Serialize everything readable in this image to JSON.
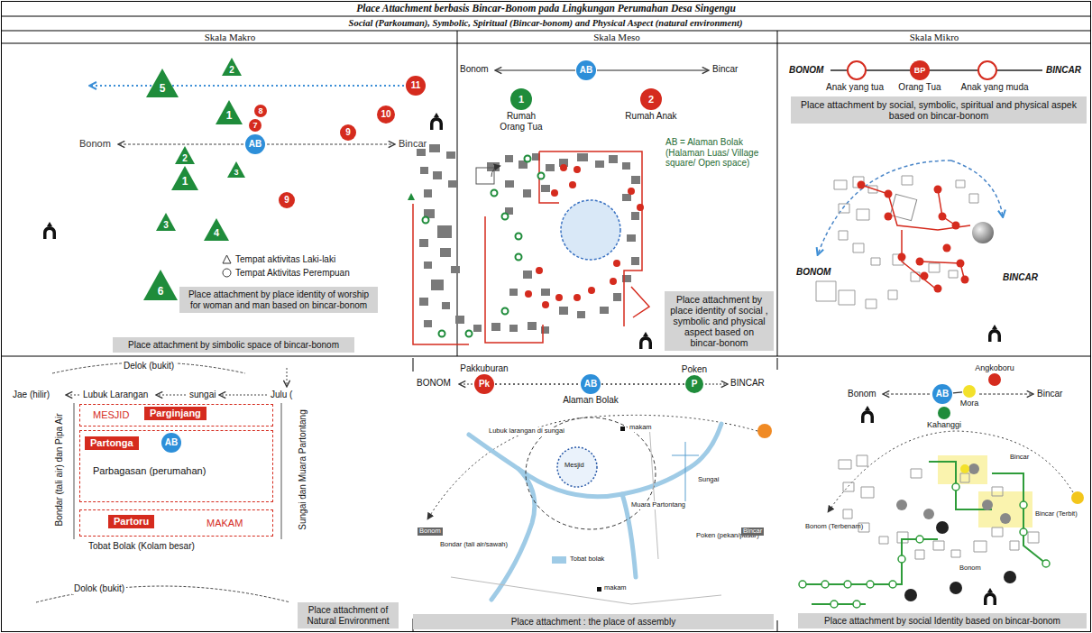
{
  "diagram": {
    "title": "Place Attachment berbasis Bincar-Bonom pada Lingkungan Perumahan Desa Singengu",
    "nodes": [
      {
        "text": [
          "5"
        ]
      },
      {
        "text": [
          "2"
        ]
      },
      {
        "text": [
          "1"
        ]
      },
      {
        "text": [
          "8"
        ]
      },
      {
        "text": [
          "7"
        ]
      },
      {
        "text": [
          "11"
        ]
      },
      {
        "text": [
          "10"
        ]
      },
      {
        "text": [
          "9"
        ]
      },
      {
        "text": [
          "AB"
        ]
      },
      {
        "text": [
          "2"
        ]
      },
      {
        "text": [
          "1"
        ]
      },
      {
        "text": [
          "3"
        ]
      },
      {
        "text": [
          "9"
        ]
      },
      {
        "text": [
          "3"
        ]
      },
      {
        "text": [
          "4"
        ]
      },
      {
        "text": [
          "6"
        ]
      },
      {
        "text": [
          "Place attachment by place identity of worship for woman and man based on bincar-bonom"
        ]
      },
      {
        "text": [
          "Place attachment by simbolic space of bincar-bonom"
        ]
      },
      {
        "text": [
          "AB"
        ]
      },
      {
        "text": [
          "1",
          "Rumah Orang Tua"
        ]
      },
      {
        "text": [
          "2",
          "Rumah Anak"
        ]
      },
      {
        "text": [
          "Place attachment by place identity of social , symbolic and physical aspect based on bincar-bonom"
        ]
      },
      {
        "text": [
          "BP"
        ]
      },
      {
        "text": [
          "Place attachment by social, symbolic, spiritual and physical aspek based on bincar-bonom"
        ]
      },
      {
        "text": [
          "MESJID"
        ]
      },
      {
        "text": [
          "Parginjang"
        ],
        "in": 24
      },
      {
        "text": [
          "Parbagasan (perumahan)"
        ]
      },
      {
        "text": [
          "Partonga"
        ],
        "in": 26
      },
      {
        "text": [
          "AB"
        ],
        "in": 26
      },
      {
        "text": [
          "MAKAM"
        ]
      },
      {
        "text": [
          "Partoru"
        ],
        "in": 29
      },
      {
        "text": [
          "Place attachment of Natural Environment"
        ]
      },
      {
        "text": [
          "Pakkuburan",
          "Pk"
        ]
      },
      {
        "text": [
          "AB",
          "Alaman Bolak"
        ]
      },
      {
        "text": [
          "Poken",
          "P"
        ]
      },
      {
        "text": [
          "Place attachment : the place of assembly"
        ]
      },
      {
        "text": [
          "Angkoboru"
        ]
      },
      {
        "text": [
          "AB"
        ]
      },
      {
        "text": [
          "Mora"
        ]
      },
      {
        "text": [
          "Kahanggi"
        ]
      },
      {
        "text": [
          "Place attachment by social Identity based on bincar-bonom"
        ]
      }
    ],
    "edges": [
      {
        "from": 32,
        "to": 33,
        "arrow": "none"
      },
      {
        "from": 33,
        "to": 34,
        "arrow": "none"
      },
      {
        "from": 37,
        "to": 38,
        "arrow": "none"
      }
    ],
    "labels": [
      "Social (Parkouman), Symbolic, Spiritual (Bincar-bonom) and Physical Aspect (natural environment)",
      "Skala Makro",
      "Skala Meso",
      "Skala Mikro",
      "Bonom",
      "Bincar",
      "Bonom",
      "Bincar",
      "AB = Alaman Bolak (Halaman Luas/ Village square/ Open space)",
      "BONOM",
      "BINCAR",
      "Anak yang tua",
      "Orang Tua",
      "Anak yang muda",
      "BONOM",
      "BINCAR",
      "Delok (bukit)",
      "Jae (hilir)",
      "Lubuk Larangan",
      "sungai",
      "Julu (",
      "Bondar (tali air) dan Pipa Air",
      "Sungai dan Muara Partontang",
      "Tobat Bolak (Kolam besar)",
      "Dolok (bukit)",
      "BONOM",
      "BINCAR",
      "Lubuk larangan di sungai",
      "Mesjid",
      "Bondar (tali air/sawah)",
      "Tobat bolak",
      "Muara Partontang",
      "Sungai",
      "Poken (pekan/pasar)",
      "makam",
      "makam",
      "Bonom",
      "Bincar",
      "Bonom",
      "Bincar",
      "Bonom (Terbenam)",
      "Bincar (Terbit)",
      "Bonom",
      "Bincar"
    ],
    "legend": [
      {
        "text": "Tempat aktivitas Laki-laki"
      },
      {
        "text": "Tempat Aktivitas Perempuan"
      }
    ]
  }
}
